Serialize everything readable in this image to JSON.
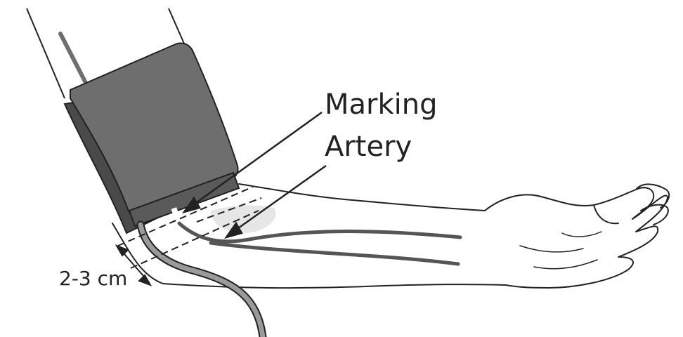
{
  "labels": {
    "marking": "Marking",
    "artery": "Artery",
    "distance": "2-3 cm"
  },
  "colors": {
    "line": "#222222",
    "cuff": "#6e6e6e",
    "cuff_edge": "#4a4a4a",
    "tube": "#9a9a9a",
    "vein": "#555555",
    "shade": "#e6e6e6"
  }
}
